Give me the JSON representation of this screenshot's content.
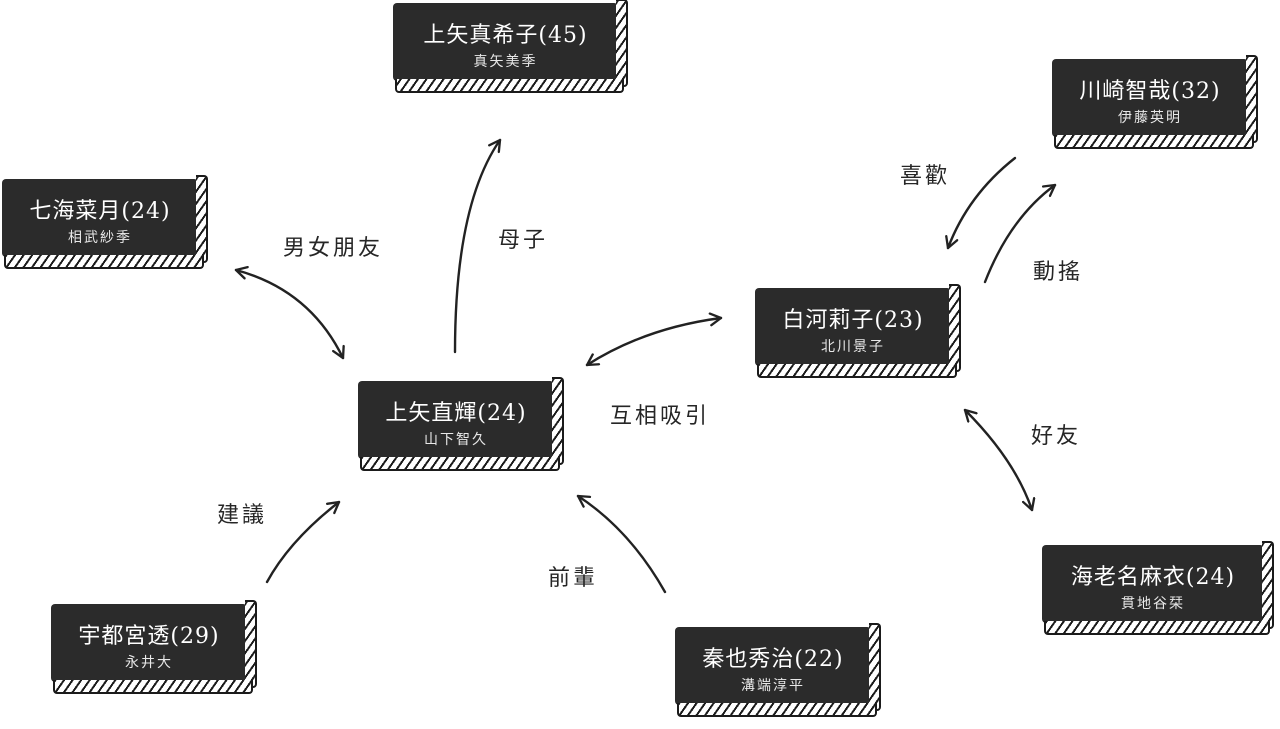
{
  "characters": [
    {
      "id": "kamiya-naoteru",
      "name": "上矢直輝(24)",
      "actor": "山下智久"
    },
    {
      "id": "kamiya-makiko",
      "name": "上矢真希子(45)",
      "actor": "真矢美季"
    },
    {
      "id": "nanami-natsuki",
      "name": "七海菜月(24)",
      "actor": "相武紗季"
    },
    {
      "id": "shirakawa-riko",
      "name": "白河莉子(23)",
      "actor": "北川景子"
    },
    {
      "id": "kawasaki-tomoya",
      "name": "川崎智哉(32)",
      "actor": "伊藤英明"
    },
    {
      "id": "ebina-mai",
      "name": "海老名麻衣(24)",
      "actor": "貫地谷栞"
    },
    {
      "id": "utsunomiya-toru",
      "name": "宇都宮透(29)",
      "actor": "永井大"
    },
    {
      "id": "hata-shuji",
      "name": "秦也秀治(22)",
      "actor": "溝端淳平"
    }
  ],
  "relations": {
    "boyfriend_girlfriend": "男女朋友",
    "mother_child": "母子",
    "mutual_attraction": "互相吸引",
    "like": "喜歡",
    "wavering": "動搖",
    "good_friend": "好友",
    "advice": "建議",
    "senior": "前輩"
  }
}
